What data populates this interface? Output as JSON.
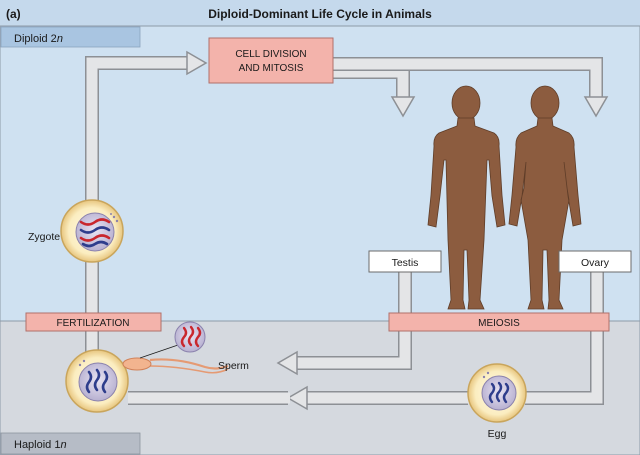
{
  "panel_label": "(a)",
  "title": "Diploid-Dominant Life Cycle in Animals",
  "zones": {
    "diploid_label": "Diploid 2",
    "diploid_italic": "n",
    "haploid_label": "Haploid 1",
    "haploid_italic": "n"
  },
  "boxes": {
    "mitosis_line1": "CELL DIVISION",
    "mitosis_line2": "AND MITOSIS",
    "fertilization": "FERTILIZATION",
    "meiosis": "MEIOSIS",
    "testis": "Testis",
    "ovary": "Ovary"
  },
  "cells": {
    "zygote": "Zygote",
    "sperm": "Sperm",
    "egg": "Egg"
  },
  "colors": {
    "header": "#c5d9ec",
    "diploid_zone": "#cfe1f1",
    "haploid_zone": "#d5d9df",
    "pink_box": "#f3b3ab",
    "arrow_fill": "#e4e5e7",
    "arrow_stroke": "#8d9095",
    "human": "#8c5c3f",
    "chromosome_red": "#c9262d",
    "chromosome_blue": "#2e3d8c"
  }
}
